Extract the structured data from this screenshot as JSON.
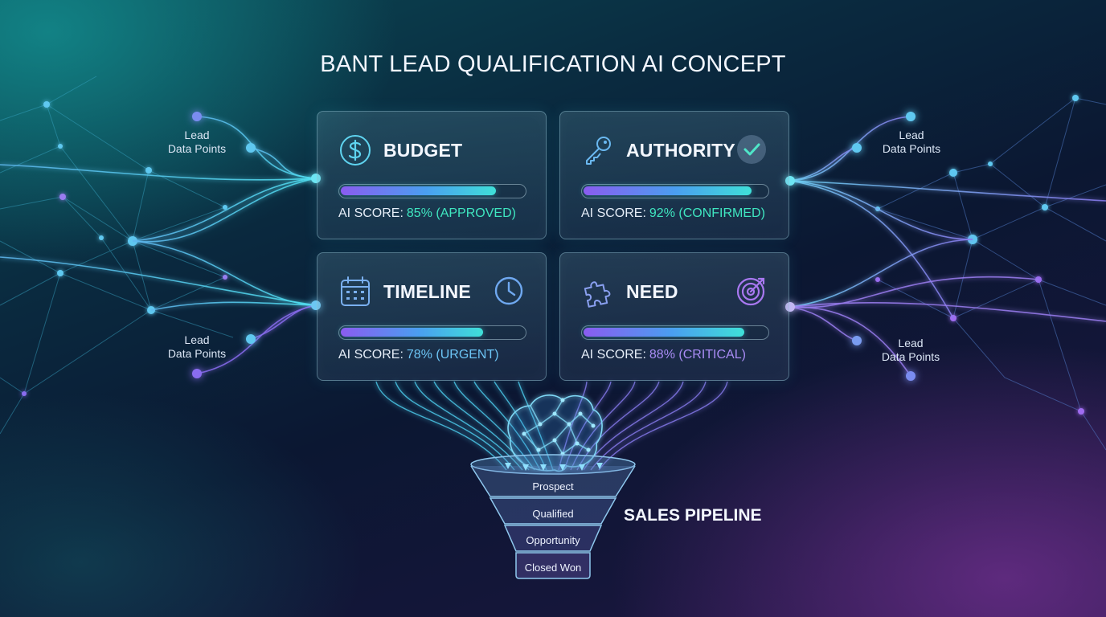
{
  "title": "BANT LEAD QUALIFICATION AI CONCEPT",
  "lead_labels": [
    {
      "line1": "Lead",
      "line2": "Data Points"
    },
    {
      "line1": "Lead",
      "line2": "Data Points"
    },
    {
      "line1": "Lead",
      "line2": "Data Points"
    },
    {
      "line1": "Lead",
      "line2": "Data Points"
    }
  ],
  "cards": [
    {
      "name": "BUDGET",
      "score": 85,
      "score_prefix": "AI SCORE:",
      "score_text": "85% (APPROVED)",
      "icon": "dollar-icon",
      "badge": "",
      "value_color": "#3fe6c0"
    },
    {
      "name": "AUTHORITY",
      "score": 92,
      "score_prefix": "AI SCORE:",
      "score_text": "92% (CONFIRMED)",
      "icon": "key-icon",
      "badge": "check-icon",
      "value_color": "#3fe6c0"
    },
    {
      "name": "TIMELINE",
      "score": 78,
      "score_prefix": "AI SCORE:",
      "score_text": "78% (URGENT)",
      "icon": "calendar-icon",
      "badge": "clock-icon",
      "value_color": "#6cc4f5"
    },
    {
      "name": "NEED",
      "score": 88,
      "score_prefix": "AI SCORE:",
      "score_text": "88% (CRITICAL)",
      "icon": "puzzle-icon",
      "badge": "target-icon",
      "value_color": "#a98cf5"
    }
  ],
  "funnel": {
    "stages": [
      "Prospect",
      "Qualified",
      "Opportunity",
      "Closed Won"
    ],
    "label": "SALES PIPELINE",
    "center_icon": "brain-icon"
  },
  "colors": {
    "cyan": "#3fe0e6",
    "violet": "#8a6cf0",
    "teal_glow": "#1a9aa0",
    "purple_glow": "#7a3aa0"
  }
}
